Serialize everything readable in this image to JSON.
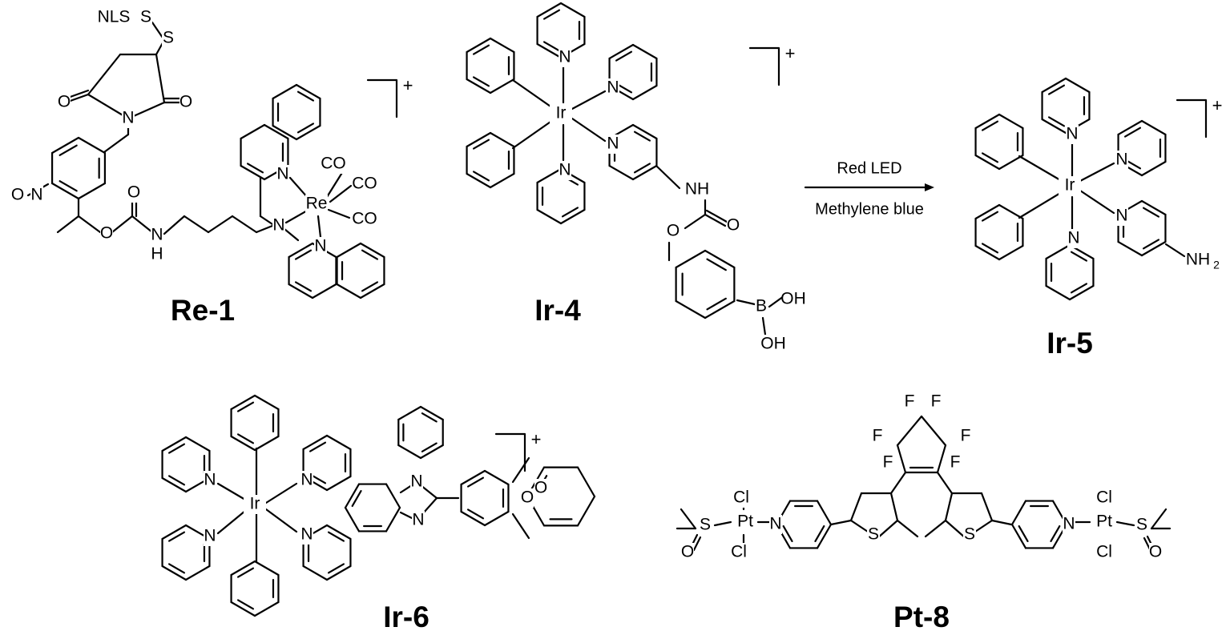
{
  "compounds": [
    {
      "id": "re1",
      "name": "Re-1",
      "charge": "+"
    },
    {
      "id": "ir4",
      "name": "Ir-4",
      "charge": "+"
    },
    {
      "id": "ir5",
      "name": "Ir-5",
      "charge": "+"
    },
    {
      "id": "ir6",
      "name": "Ir-6",
      "charge": "+"
    },
    {
      "id": "pt8",
      "name": "Pt-8",
      "charge": ""
    }
  ],
  "reaction": {
    "condition_top": "Red LED",
    "condition_bottom": "Methylene blue"
  },
  "labels": {
    "nls": "NLS",
    "s": "S",
    "o": "O",
    "n": "N",
    "nh": "NH",
    "h": "H",
    "re": "Re",
    "co": "CO",
    "ir": "Ir",
    "b": "B",
    "oh": "OH",
    "nh2": "NH",
    "two": "2",
    "pt": "Pt",
    "cl": "Cl",
    "f": "F",
    "no2_o": "O",
    "no2_n": "N"
  }
}
